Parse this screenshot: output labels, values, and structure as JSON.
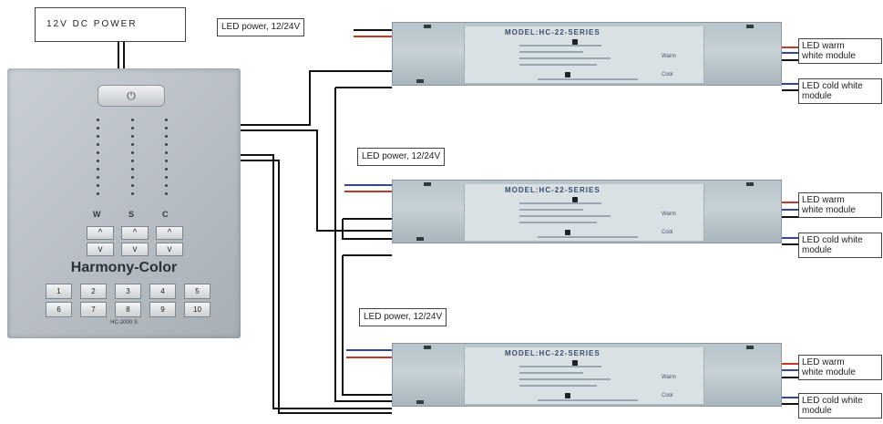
{
  "power_source": {
    "label": "12V DC POWER"
  },
  "controller": {
    "power_symbol": "⏻",
    "channels": [
      "W",
      "S",
      "C"
    ],
    "up_arrow": "^",
    "down_arrow": "v",
    "brand": "Harmony-Color",
    "number_keys": [
      "1",
      "2",
      "3",
      "4",
      "5",
      "6",
      "7",
      "8",
      "9",
      "10"
    ],
    "model": "HC-2000 S"
  },
  "led_power_labels": [
    "LED power, 12/24V",
    "LED power, 12/24V",
    "LED power, 12/24V"
  ],
  "drivers": [
    {
      "model": "MODEL:HC-22-SERIES",
      "tag_warm": "Warm",
      "tag_cool": "Cool",
      "warm_label": "LED warm\nwhite module",
      "cold_label": "LED cold white\nmodule"
    },
    {
      "model": "MODEL:HC-22-SERIES",
      "tag_warm": "Warm",
      "tag_cool": "Cool",
      "warm_label": "LED warm\nwhite module",
      "cold_label": "LED cold white\nmodule"
    },
    {
      "model": "MODEL:HC-22-SERIES",
      "tag_warm": "Warm",
      "tag_cool": "Cool",
      "warm_label": "LED warm\nwhite module",
      "cold_label": "LED cold white\nmodule"
    }
  ],
  "colors": {
    "wire_black": "#111111",
    "wire_red": "#c0392b",
    "wire_blue": "#34469a"
  }
}
